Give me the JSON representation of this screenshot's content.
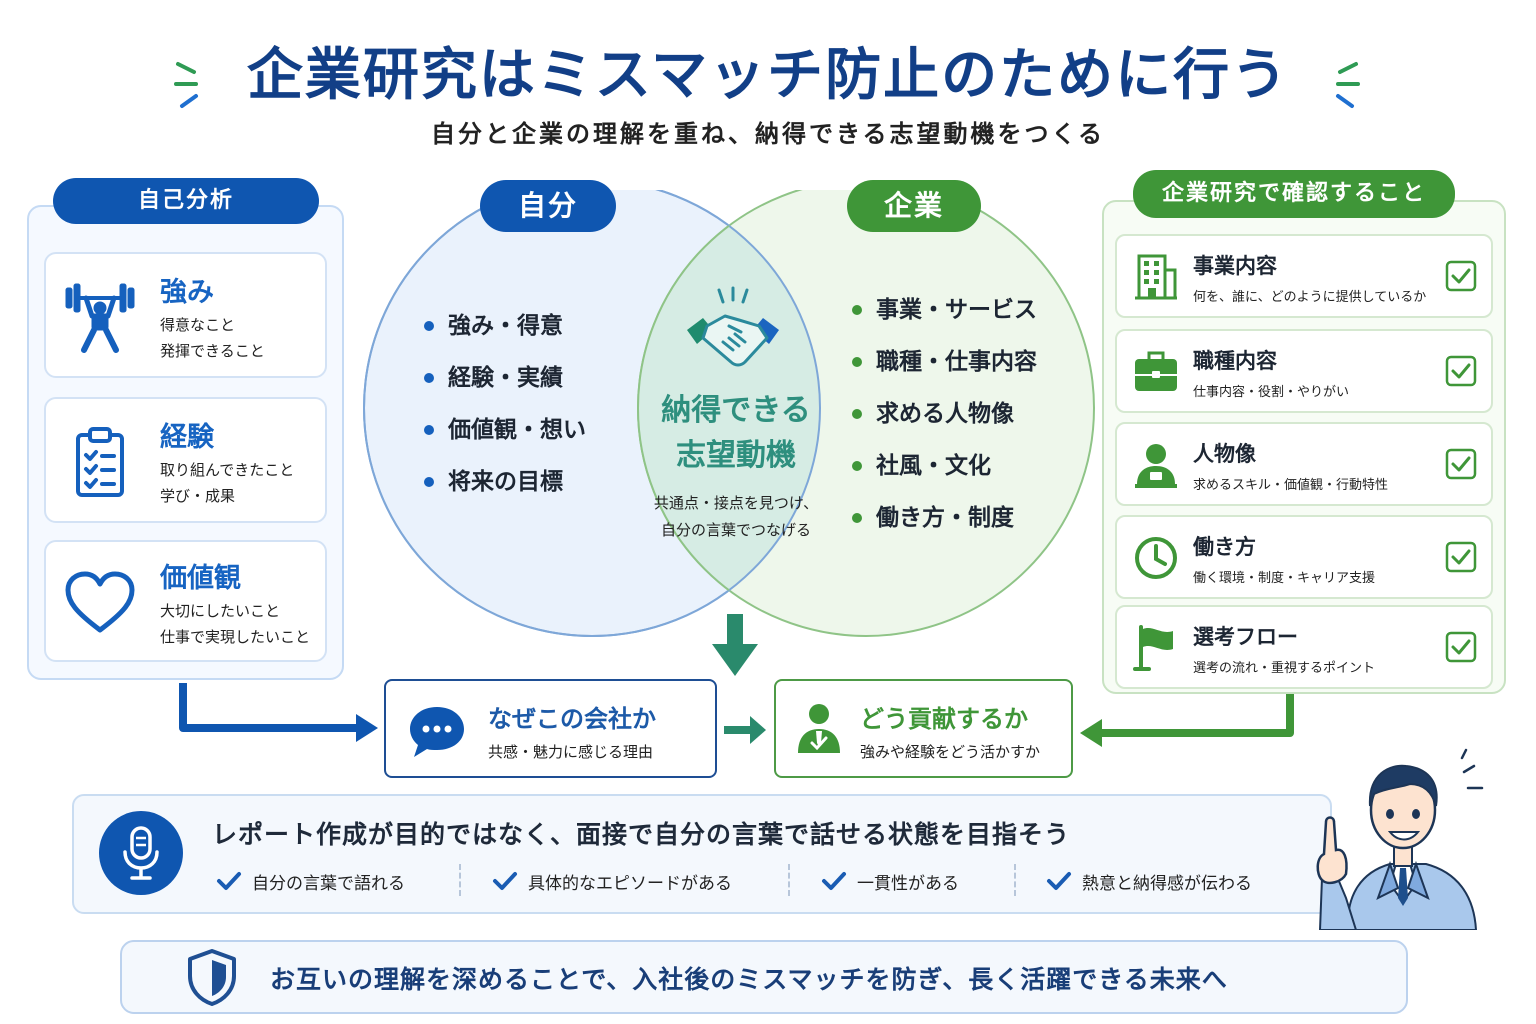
{
  "header": {
    "title": "企業研究はミスマッチ防止のために行う",
    "subtitle": "自分と企業の理解を重ね、納得できる志望動機をつくる"
  },
  "self_analysis": {
    "label": "自己分析",
    "cards": [
      {
        "title": "強み",
        "lines": [
          "得意なこと",
          "発揮できること"
        ],
        "icon": "weightlifter-icon"
      },
      {
        "title": "経験",
        "lines": [
          "取り組んできたこと",
          "学び・成果"
        ],
        "icon": "clipboard-checklist-icon"
      },
      {
        "title": "価値観",
        "lines": [
          "大切にしたいこと",
          "仕事で実現したいこと"
        ],
        "icon": "heart-icon"
      }
    ]
  },
  "venn": {
    "self_label": "自分",
    "company_label": "企業",
    "self_items": [
      "強み・得意",
      "経験・実績",
      "価値観・想い",
      "将来の目標"
    ],
    "company_items": [
      "事業・サービス",
      "職種・仕事内容",
      "求める人物像",
      "社風・文化",
      "働き方・制度"
    ],
    "center_title": [
      "納得できる",
      "志望動機"
    ],
    "center_note": [
      "共通点・接点を見つけ、",
      "自分の言葉でつなげる"
    ],
    "center_icon": "handshake-icon"
  },
  "research": {
    "label": "企業研究で確認すること",
    "items": [
      {
        "title": "事業内容",
        "desc": "何を、誰に、どのように提供しているか",
        "icon": "building-icon"
      },
      {
        "title": "職種内容",
        "desc": "仕事内容・役割・やりがい",
        "icon": "briefcase-icon"
      },
      {
        "title": "人物像",
        "desc": "求めるスキル・価値観・行動特性",
        "icon": "person-icon"
      },
      {
        "title": "働き方",
        "desc": "働く環境・制度・キャリア支援",
        "icon": "clock-icon"
      },
      {
        "title": "選考フロー",
        "desc": "選考の流れ・重視するポイント",
        "icon": "flag-icon"
      }
    ]
  },
  "why": {
    "title": "なぜこの会社か",
    "desc": "共感・魅力に感じる理由",
    "icon": "chat-bubble-icon"
  },
  "how": {
    "title": "どう貢献するか",
    "desc": "強みや経験をどう活かすか",
    "icon": "businessperson-icon"
  },
  "report": {
    "title": "レポート作成が目的ではなく、面接で自分の言葉で話せる状態を目指そう",
    "checks": [
      "自分の言葉で語れる",
      "具体的なエピソードがある",
      "一貫性がある",
      "熱意と納得感が伝わる"
    ],
    "icon": "microphone-icon"
  },
  "bottom": {
    "text": "お互いの理解を深めることで、入社後のミスマッチを防ぎ、長く活躍できる未来へ",
    "icon": "shield-icon"
  },
  "colors": {
    "navy": "#123f87",
    "blue": "#0f56b0",
    "green": "#3f9638",
    "teal": "#2e8f7e"
  }
}
